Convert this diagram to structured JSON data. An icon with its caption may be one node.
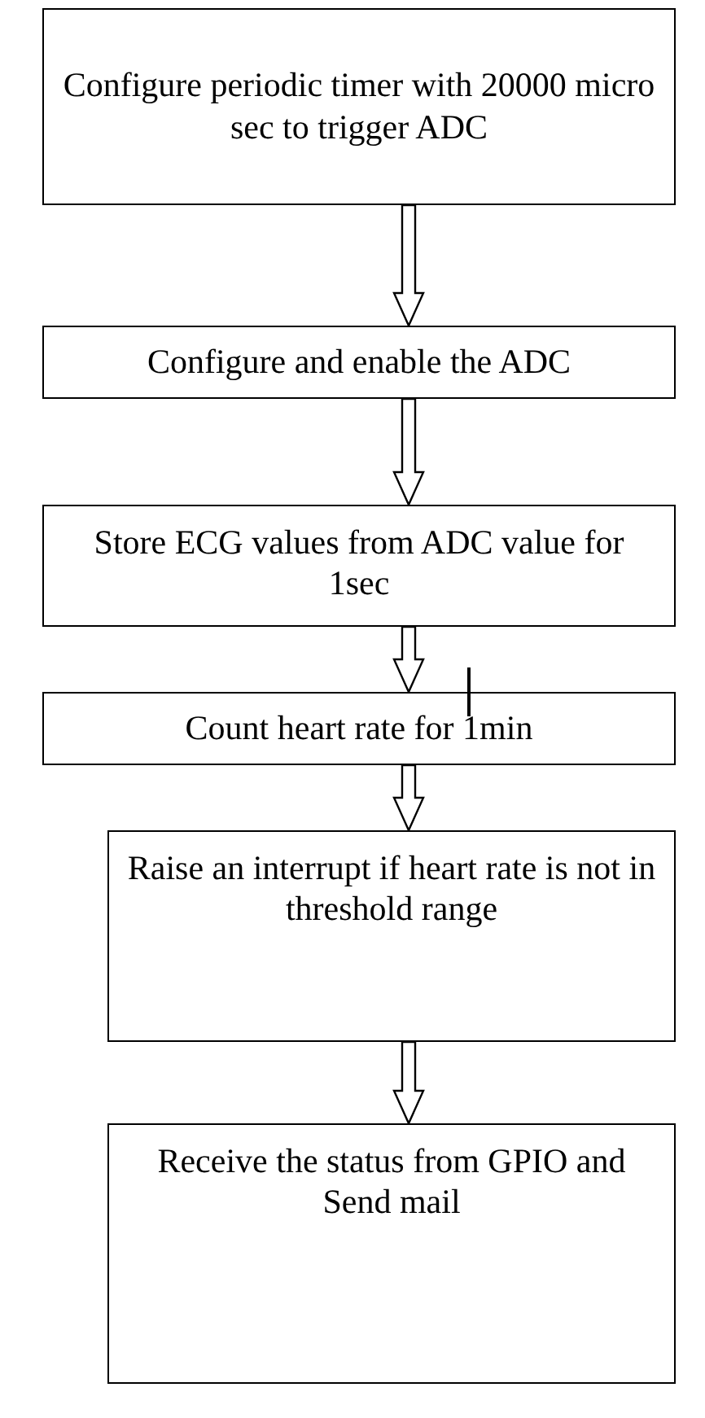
{
  "diagram": {
    "nodes": [
      {
        "text": [
          "Configure periodic timer with 20000 micro sec to trigger ADC"
        ]
      },
      {
        "text": [
          "Configure and enable the ADC"
        ]
      },
      {
        "text": [
          "Store ECG values from ADC value for 1sec"
        ]
      },
      {
        "text": [
          "Count heart rate for 1min"
        ]
      },
      {
        "text": [
          "Raise an interrupt if heart rate is not in threshold range"
        ]
      },
      {
        "text": [
          "Receive the status from GPIO and Send mail"
        ]
      }
    ],
    "edges": [
      {
        "from": 0,
        "to": 1,
        "arrow": "to"
      },
      {
        "from": 1,
        "to": 2,
        "arrow": "to"
      },
      {
        "from": 2,
        "to": 3,
        "arrow": "to"
      },
      {
        "from": 3,
        "to": 4,
        "arrow": "to"
      },
      {
        "from": 4,
        "to": 5,
        "arrow": "to"
      }
    ]
  }
}
